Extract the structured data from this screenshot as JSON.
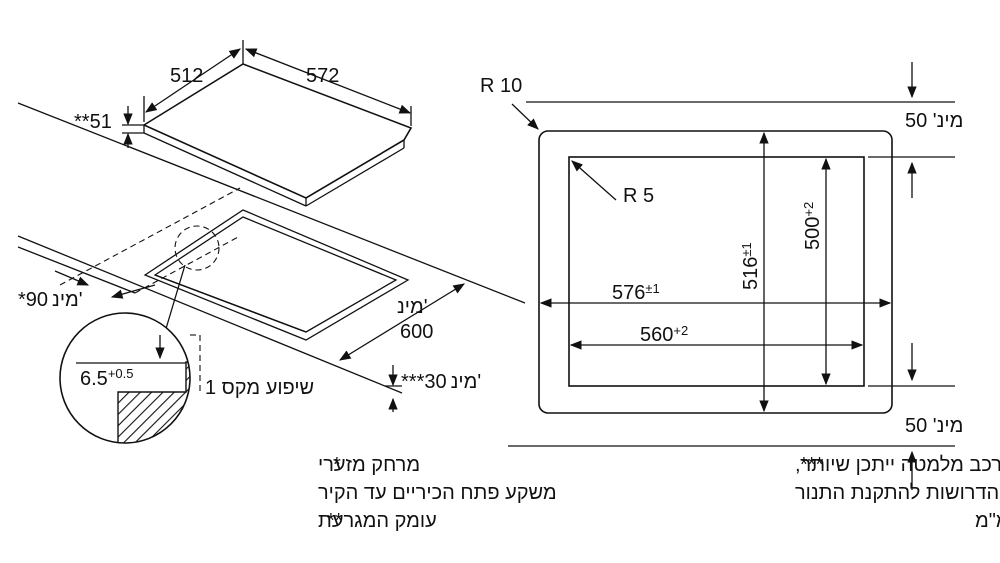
{
  "hob": {
    "dim_depth": "512",
    "dim_width": "572",
    "dim_height": "51",
    "dim_height_mark": "**"
  },
  "cutout_view": {
    "wall_min_prefix": "*",
    "wall_min_value": "90",
    "wall_min_label": "מינ'",
    "depth_min_label": "מינ'",
    "depth_min_value": "600",
    "bottom_min_label": "מינ'",
    "bottom_min_value": "30",
    "bottom_min_mark": "***",
    "slope_label": "שיפוע מקס 1",
    "detail_value": "6.5",
    "detail_tol": "+0.5"
  },
  "plan": {
    "outer_radius": "R 10",
    "inner_radius": "R 5",
    "outer_width": "576",
    "outer_width_tol": "±1",
    "inner_width": "560",
    "inner_width_tol": "+2",
    "outer_height": "516",
    "outer_height_tol": "±1",
    "inner_height": "500",
    "inner_height_tol": "+2",
    "top_margin_label": "מינ' 50",
    "bottom_margin_label": "מינ' 50"
  },
  "notes": {
    "legend": [
      {
        "mark": "*",
        "text": "מרחק מזערי"
      },
      {
        "mark": "",
        "text": "משקע פתח הכיריים עד הקיר"
      },
      {
        "mark": "**",
        "text": "עומק המגרעת"
      }
    ],
    "oven_mark": "***",
    "oven_line1": "עם תנור מורכב מלמטה ייתכן שיותר,",
    "oven_line2": "ראה המידות הדרושות להתקנת התנור",
    "units": "מידות במ\"מ"
  }
}
